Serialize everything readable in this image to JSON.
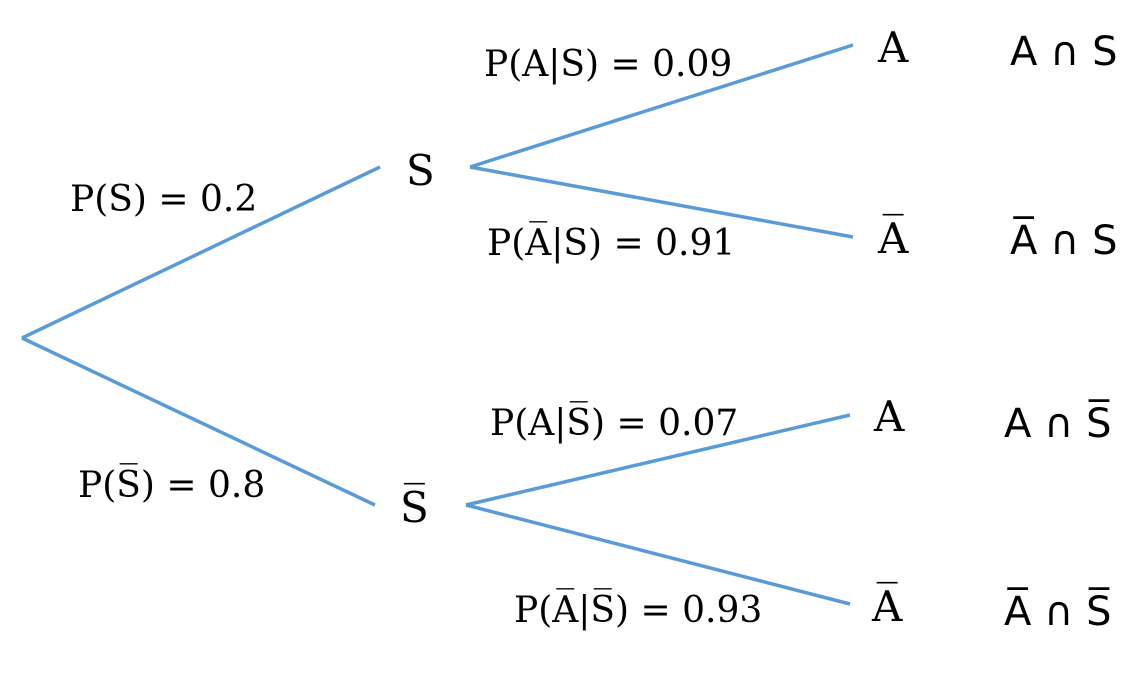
{
  "colors": {
    "branch": "#5b9bd5",
    "text": "#000000",
    "background": "#ffffff"
  },
  "labels": {
    "p_s": "P(S) = 0.2",
    "p_not_s": "P(S̅) = 0.8",
    "p_a_given_s": "P(A|S) = 0.09",
    "p_not_a_given_s": "P(A̅|S) = 0.91",
    "p_a_given_not_s": "P(A|S̅) = 0.07",
    "p_not_a_given_not_s": "P(A̅|S̅) = 0.93"
  },
  "nodes": {
    "s": "S",
    "not_s": "S̅",
    "a_top": "A",
    "not_a_top": "A̅",
    "a_bottom": "A",
    "not_a_bottom": "A̅"
  },
  "results": {
    "a_and_s": "A ∩ S",
    "not_a_and_s": "A̅ ∩ S",
    "a_and_not_s": "A ∩ S̅",
    "not_a_and_not_s": "A̅ ∩ S̅"
  }
}
